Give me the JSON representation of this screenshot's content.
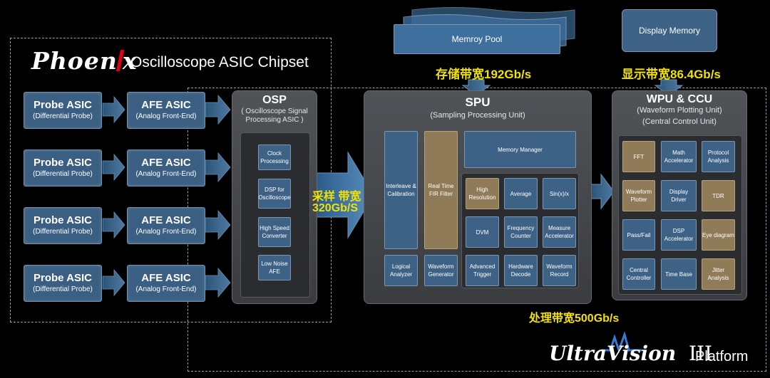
{
  "header": {
    "logo_text": "Phoenix",
    "subtitle": "Oscilloscope ASIC Chipset"
  },
  "probe_chips": [
    {
      "title": "Probe ASIC",
      "subtitle": "(Differential Probe)"
    },
    {
      "title": "Probe ASIC",
      "subtitle": "(Differential Probe)"
    },
    {
      "title": "Probe ASIC",
      "subtitle": "(Differential Probe)"
    },
    {
      "title": "Probe ASIC",
      "subtitle": "(Differential Probe)"
    }
  ],
  "afe_chips": [
    {
      "title": "AFE ASIC",
      "subtitle": "(Analog Front-End)"
    },
    {
      "title": "AFE ASIC",
      "subtitle": "(Analog Front-End)"
    },
    {
      "title": "AFE ASIC",
      "subtitle": "(Analog Front-End)"
    },
    {
      "title": "AFE ASIC",
      "subtitle": "(Analog Front-End)"
    }
  ],
  "osp": {
    "title": "OSP",
    "subtitle": "( Oscilloscope Signal Processing ASIC )",
    "blocks": [
      "Clock Processing",
      "DSP for Oscilloscope",
      "High Speed Converter",
      "Low Noise AFE"
    ]
  },
  "sampling_bandwidth": {
    "line1": "采样 带宽",
    "line2": "320Gb/S"
  },
  "spu": {
    "title": "SPU",
    "subtitle": "(Sampling Processing Unit)",
    "interleave": "Interleave & Calibration",
    "fir": "Real Time FIR Filter",
    "memory_manager": "Memory Manager",
    "grid": [
      "High Resolution",
      "Average",
      "Sin(x)/x",
      "DVM",
      "Frequency Counter",
      "Measure Accelerator",
      "Advanced Trigger",
      "Hardware Decode",
      "Waveform Record"
    ],
    "logical_analyzer": "Logical Analyzer",
    "waveform_generator": "Waveform Generator"
  },
  "wpu": {
    "title": "WPU & CCU",
    "subtitle1": "(Waveform Plotting Unit)",
    "subtitle2": "(Central Control Unit)",
    "grid": [
      "FFT",
      "Math Accelerator",
      "Protocol Analysis",
      "Waveform Plotter",
      "Display Driver",
      "TDR",
      "Pass/Fail",
      "DSP Accelerator",
      "Eye diagram",
      "Central Controller",
      "Time Base",
      "Jitter Analysis"
    ]
  },
  "memory_pool": "Memroy Pool",
  "display_memory": "Display Memory",
  "storage_bandwidth": "存储带宽192Gb/s",
  "display_bandwidth": "显示带宽86.4Gb/s",
  "processing_bandwidth": "处理带宽500Gb/s",
  "footer": {
    "brand": "UltraVision",
    "numeral": "III",
    "platform": "Platform"
  },
  "colors": {
    "chip_blue": "#3a5f82",
    "tan": "#8f7b58",
    "yellow": "#f2e200",
    "red": "#e00012"
  }
}
